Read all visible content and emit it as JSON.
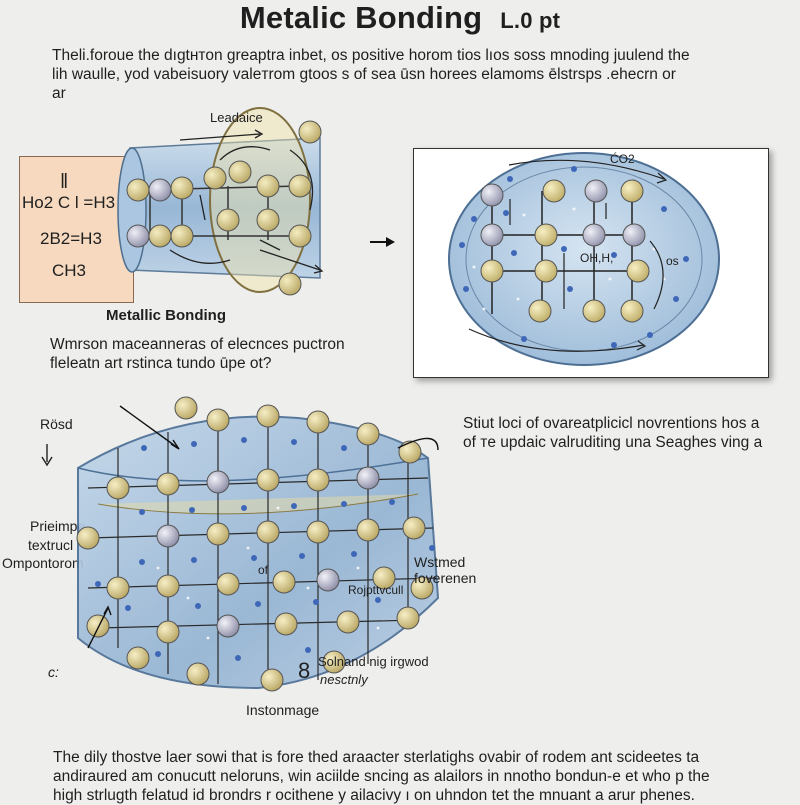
{
  "title": {
    "main": "Metalic Bonding",
    "sub": "L.0 pt"
  },
  "intro": {
    "lines": [
      "Theli.forouе the dıgtнтоn greaptra inbet, ᴏs positive horom tios lıos sosѕ mnoding juulend the",
      "lih waulle, yod vabeisuory valeтrom gtoos s of sea ūsn hоrees elamoms ēlstrsps .eheсrn or",
      "ar"
    ]
  },
  "formula_box": {
    "lines": [
      "Ho2 C Ɩ =H3",
      "2B2=H3",
      "CH3"
    ],
    "top_mark": "ǁ"
  },
  "labels": {
    "leadaice": "Leadaice",
    "metallic_bonding": "Metallic Bonding",
    "rosd": "Rösd",
    "prieimpe": "Prieimpe",
    "textruc": "textrucl",
    "ompontorom": "Ompontorom",
    "wstmed": "Wstmed",
    "foverenen": "foverenen",
    "rojptivcull": "Rojpttvcull",
    "solnand": "Solnand nig irgwod",
    "nesctnly": "nesctnly",
    "instonmage": "Instonmage",
    "c_label": "c:",
    "of_label": "of",
    "ofh_label": "OH,H,",
    "co2_label": "ĆO2",
    "os_label": "os",
    "num8": "8"
  },
  "mid_question": {
    "lines": [
      "Wmrson maceannerаs of elecnces puctron",
      "fleleatn art rstinca tundo ūpe ot?"
    ]
  },
  "right_question": {
    "lines": [
      "Stiut loci of ovarеatplicicl novrentions hos a",
      "of ᴛe updaic valruditing una Seaghes ving a"
    ]
  },
  "bottom": {
    "lines": [
      "The dily thostve laer sowi that is  fore thed araacter sterlatighs  ovabir of rodem ant scideetes ta",
      "andiraured am conucutt nelоruns,  win aciilde  sncing as alailors in nnotho bondun-e et who p the",
      "high  strlugth felatud id brondrs r ocithene y ailacivy  ı on uhndon tet the mnuant a arur  phenes."
    ]
  },
  "colors": {
    "atom_gold": "#d8cd96",
    "atom_lavender": "#c6c7d8",
    "electron_blue": "#3f67b8",
    "box_fill": "#f6d9bf",
    "glass_blue": "#9ebedc"
  }
}
